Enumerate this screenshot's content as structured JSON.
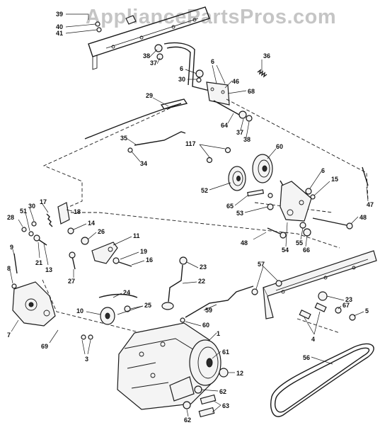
{
  "watermark": "AppliancePartsPros.com",
  "labels": [
    {
      "id": "l39",
      "text": "39"
    },
    {
      "id": "l40",
      "text": "40"
    },
    {
      "id": "l41",
      "text": "41"
    },
    {
      "id": "l38a",
      "text": "38"
    },
    {
      "id": "l37a",
      "text": "37"
    },
    {
      "id": "l36",
      "text": "36"
    },
    {
      "id": "l6a",
      "text": "6"
    },
    {
      "id": "l6b",
      "text": "6"
    },
    {
      "id": "l30a",
      "text": "30"
    },
    {
      "id": "l46",
      "text": "46"
    },
    {
      "id": "l68",
      "text": "68"
    },
    {
      "id": "l29",
      "text": "29"
    },
    {
      "id": "l64",
      "text": "64"
    },
    {
      "id": "l37b",
      "text": "37"
    },
    {
      "id": "l38b",
      "text": "38"
    },
    {
      "id": "l35",
      "text": "35"
    },
    {
      "id": "l34",
      "text": "34"
    },
    {
      "id": "l117",
      "text": "117"
    },
    {
      "id": "l60",
      "text": "60"
    },
    {
      "id": "l6c",
      "text": "6"
    },
    {
      "id": "l15",
      "text": "15"
    },
    {
      "id": "l47",
      "text": "47"
    },
    {
      "id": "l52",
      "text": "52"
    },
    {
      "id": "l65",
      "text": "65"
    },
    {
      "id": "l53",
      "text": "53"
    },
    {
      "id": "l48a",
      "text": "48"
    },
    {
      "id": "l55",
      "text": "55"
    },
    {
      "id": "l48b",
      "text": "48"
    },
    {
      "id": "l54",
      "text": "54"
    },
    {
      "id": "l66",
      "text": "66"
    },
    {
      "id": "l17",
      "text": "17"
    },
    {
      "id": "l30b",
      "text": "30"
    },
    {
      "id": "l18",
      "text": "18"
    },
    {
      "id": "l28",
      "text": "28"
    },
    {
      "id": "l51",
      "text": "51"
    },
    {
      "id": "l14",
      "text": "14"
    },
    {
      "id": "l26",
      "text": "26"
    },
    {
      "id": "l11",
      "text": "11"
    },
    {
      "id": "l9",
      "text": "9"
    },
    {
      "id": "l21",
      "text": "21"
    },
    {
      "id": "l13",
      "text": "13"
    },
    {
      "id": "l19",
      "text": "19"
    },
    {
      "id": "l16",
      "text": "16"
    },
    {
      "id": "l8",
      "text": "8"
    },
    {
      "id": "l27",
      "text": "27"
    },
    {
      "id": "l23a",
      "text": "23"
    },
    {
      "id": "l57",
      "text": "57"
    },
    {
      "id": "l22",
      "text": "22"
    },
    {
      "id": "l24",
      "text": "24"
    },
    {
      "id": "l25",
      "text": "25"
    },
    {
      "id": "l10",
      "text": "10"
    },
    {
      "id": "l59",
      "text": "59"
    },
    {
      "id": "l23b",
      "text": "23"
    },
    {
      "id": "l67",
      "text": "67"
    },
    {
      "id": "l5",
      "text": "5"
    },
    {
      "id": "l7",
      "text": "7"
    },
    {
      "id": "l60b",
      "text": "60"
    },
    {
      "id": "l1",
      "text": "1"
    },
    {
      "id": "l4",
      "text": "4"
    },
    {
      "id": "l69",
      "text": "69"
    },
    {
      "id": "l3",
      "text": "3"
    },
    {
      "id": "l61",
      "text": "61"
    },
    {
      "id": "l56",
      "text": "56"
    },
    {
      "id": "l12",
      "text": "12"
    },
    {
      "id": "l62a",
      "text": "62"
    },
    {
      "id": "l62b",
      "text": "62"
    },
    {
      "id": "l63",
      "text": "63"
    }
  ]
}
